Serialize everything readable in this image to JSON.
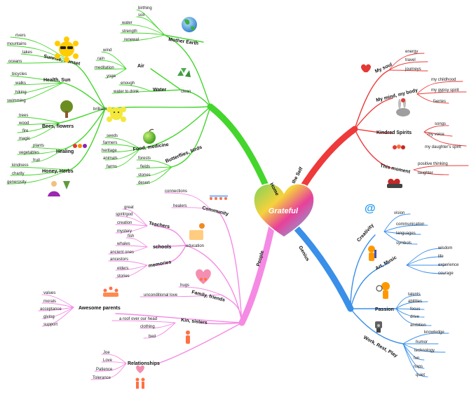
{
  "center": {
    "title": "Grateful",
    "subtitle": "",
    "colors": [
      "#e8409a",
      "#f6d23c",
      "#5ec8e8",
      "#7bd35a"
    ]
  },
  "colors": {
    "home": "#44d62c",
    "self": "#ee3a3a",
    "genius": "#3a8fe8",
    "people": "#f58ae4"
  },
  "trunks": {
    "home": {
      "label": "Home",
      "sub": "brilliant"
    },
    "self": {
      "label": "the Self"
    },
    "genius": {
      "label": "Genius"
    },
    "people": {
      "label": "People"
    }
  },
  "home": {
    "mother_earth": {
      "label": "Mother Earth",
      "items": [
        "birthing",
        "soil",
        "water",
        "strength",
        "renewal"
      ]
    },
    "clean": {
      "label": "clean"
    },
    "air": {
      "label": "Air",
      "items": [
        "wind",
        "rain",
        "meditation",
        "yoga"
      ]
    },
    "water": {
      "label": "Water",
      "items": [
        "enough",
        "water to drink"
      ]
    },
    "sunrise": {
      "label": "Sunrise, Sunset",
      "items": [
        "rivers",
        "mountains",
        "lakes",
        "oceans"
      ]
    },
    "health": {
      "label": "Health, Sun",
      "items": [
        "bicycles",
        "walks",
        "hiking",
        "swimming"
      ]
    },
    "bees": {
      "label": "Bees, flowers",
      "items": [
        "trees",
        "wood",
        "fire",
        "magic"
      ]
    },
    "healing": {
      "label": "Healing",
      "items": [
        "plants",
        "vegetables",
        "fruit"
      ]
    },
    "honey": {
      "label": "Honey, Herbs",
      "items": [
        "kindness",
        "charity",
        "generosity"
      ]
    },
    "food": {
      "label": "Food, medicine",
      "items": [
        "seeds",
        "farmers",
        "heritage",
        "animals",
        "farms"
      ]
    },
    "butterflies": {
      "label": "Butterflies, birds",
      "items": [
        "forests",
        "fields",
        "stones",
        "desert"
      ]
    }
  },
  "self": {
    "soul": {
      "label": "My soul",
      "items": [
        "energy",
        "travel",
        "journeys"
      ]
    },
    "mind": {
      "label": "My mind, my body",
      "items": [
        "my childhood",
        "my gypsy spirit",
        "faeries"
      ]
    },
    "kindred": {
      "label": "Kindred Spirits",
      "items": [
        "songs",
        "my voice",
        "my daughter's spirit"
      ]
    },
    "moment": {
      "label": "This moment",
      "items": [
        "positive thinking",
        "laughter"
      ]
    }
  },
  "genius": {
    "creativity": {
      "label": "Creativity",
      "items": [
        "vision",
        "communication",
        "languages",
        "symbols"
      ]
    },
    "art": {
      "label": "Art, Music",
      "items": [
        "wisdom",
        "life",
        "experience",
        "courage"
      ]
    },
    "passion": {
      "label": "Passion",
      "items": [
        "talents",
        "abilities",
        "focus",
        "drive",
        "ambition"
      ]
    },
    "work": {
      "label": "Work, Rest, Play",
      "items": [
        "knowledge",
        "humor",
        "technology",
        "fun",
        "naps",
        "quiet"
      ]
    }
  },
  "people": {
    "community": {
      "label": "Community",
      "items": [
        "connections",
        "healers"
      ]
    },
    "education": {
      "label": "education"
    },
    "teachers": {
      "label": "Teachers",
      "items": [
        "great",
        "spirit/god",
        "creation",
        "mystery"
      ]
    },
    "schools": {
      "label": "schools",
      "items": [
        "fish",
        "whales",
        "ancient ones"
      ]
    },
    "memories": {
      "label": "memories",
      "items": [
        "ancestors",
        "elders",
        "stories"
      ]
    },
    "family": {
      "label": "Family, friends",
      "items": [
        "hugs",
        "unconditional love"
      ]
    },
    "parents": {
      "label": "Awesome parents",
      "items": [
        "values",
        "morals",
        "acceptance",
        "giving",
        "support"
      ]
    },
    "kin": {
      "label": "Kin, sisters",
      "items": [
        "a roof over our head",
        "clothing",
        "bed"
      ]
    },
    "relationships": {
      "label": "Relationships",
      "items": [
        "Joe",
        "Love",
        "Patience",
        "Tolerance"
      ]
    }
  }
}
